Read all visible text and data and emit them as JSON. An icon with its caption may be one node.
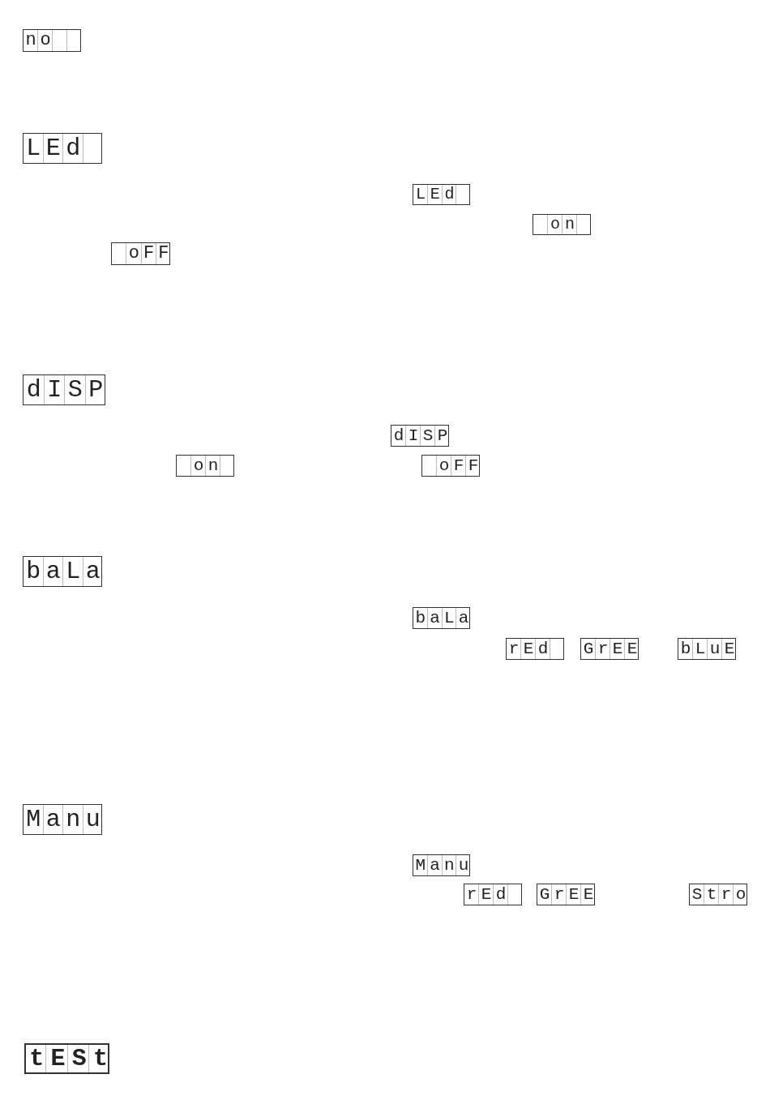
{
  "diagram": {
    "labels": [
      "no",
      "LEd",
      "LEd",
      "on",
      "oFF",
      "dISP",
      "dISP",
      "on",
      "oFF",
      "baLa",
      "baLa",
      "rEd",
      "GrEE",
      "bLuE",
      "Manu",
      "Manu",
      "rEd",
      "GrEE",
      "Stro",
      "tESt"
    ]
  }
}
